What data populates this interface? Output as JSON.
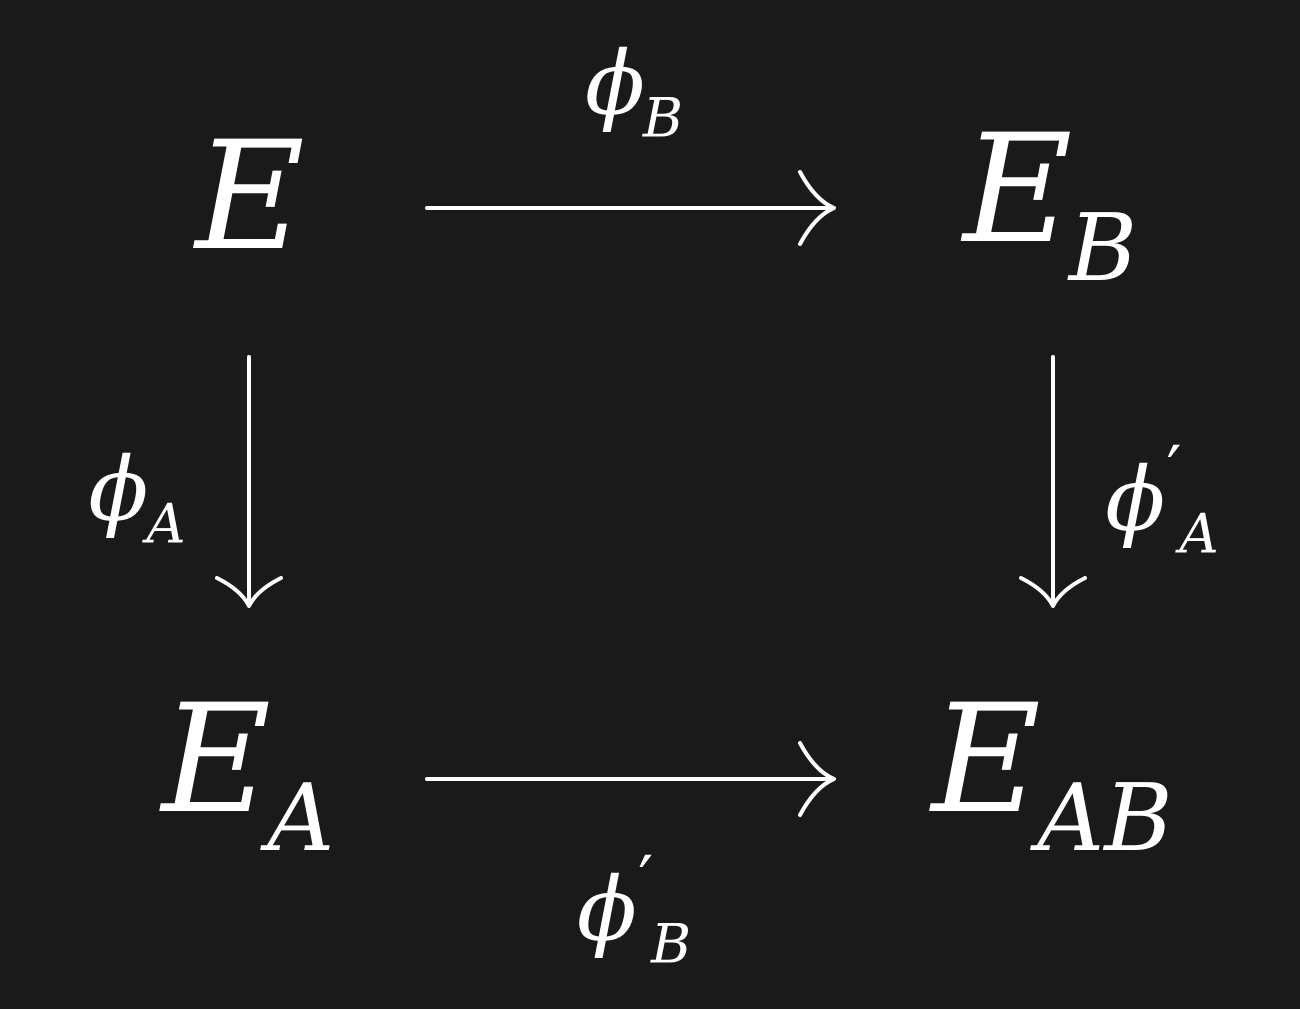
{
  "nodes": {
    "top_left": {
      "main": "E",
      "sub": ""
    },
    "top_right": {
      "main": "E",
      "sub": "B"
    },
    "bottom_left": {
      "main": "E",
      "sub": "A"
    },
    "bottom_right": {
      "main": "E",
      "sub": "AB"
    }
  },
  "arrows": {
    "top": {
      "symbol": "ϕ",
      "sub": "B",
      "prime": ""
    },
    "left": {
      "symbol": "ϕ",
      "sub": "A",
      "prime": ""
    },
    "right": {
      "symbol": "ϕ",
      "sub": "A",
      "prime": "′"
    },
    "bottom": {
      "symbol": "ϕ",
      "sub": "B",
      "prime": "′"
    }
  },
  "colors": {
    "background": "#1a1a1a",
    "foreground": "#ffffff"
  }
}
